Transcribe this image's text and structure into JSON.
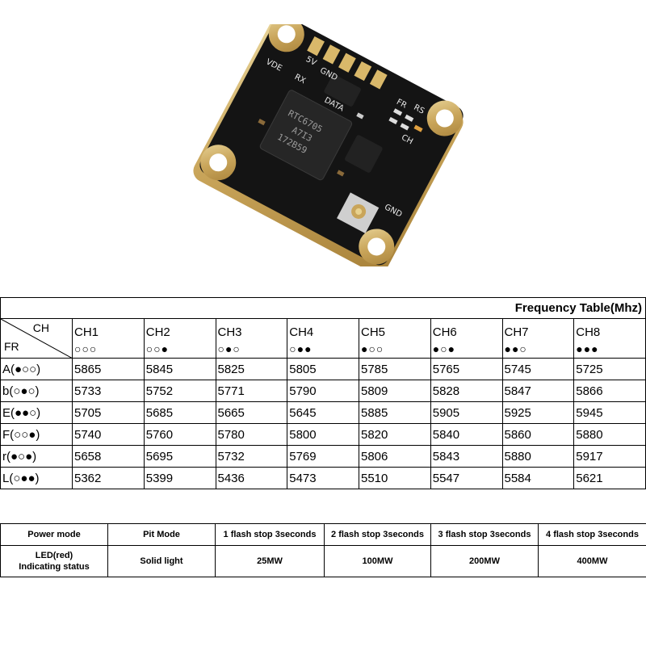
{
  "board": {
    "chip_lines": [
      "RTC6705",
      "A7I3",
      "172B59"
    ],
    "silk": [
      "5V",
      "GND",
      "DATA",
      "RX",
      "VDE",
      "FR",
      "CH",
      "GND",
      "RS"
    ]
  },
  "frequency_table": {
    "title": "Frequency Table(Mhz)",
    "corner_top": "CH",
    "corner_bottom": "FR",
    "channels": [
      {
        "name": "CH1",
        "dots": "○○○"
      },
      {
        "name": "CH2",
        "dots": "○○●"
      },
      {
        "name": "CH3",
        "dots": "○●○"
      },
      {
        "name": "CH4",
        "dots": "○●●"
      },
      {
        "name": "CH5",
        "dots": "●○○"
      },
      {
        "name": "CH6",
        "dots": "●○●"
      },
      {
        "name": "CH7",
        "dots": "●●○"
      },
      {
        "name": "CH8",
        "dots": "●●●"
      }
    ],
    "rows": [
      {
        "label": "A(●○○)",
        "values": [
          "5865",
          "5845",
          "5825",
          "5805",
          "5785",
          "5765",
          "5745",
          "5725"
        ]
      },
      {
        "label": "b(○●○)",
        "values": [
          "5733",
          "5752",
          "5771",
          "5790",
          "5809",
          "5828",
          "5847",
          "5866"
        ]
      },
      {
        "label": "E(●●○)",
        "values": [
          "5705",
          "5685",
          "5665",
          "5645",
          "5885",
          "5905",
          "5925",
          "5945"
        ]
      },
      {
        "label": "F(○○●)",
        "values": [
          "5740",
          "5760",
          "5780",
          "5800",
          "5820",
          "5840",
          "5860",
          "5880"
        ]
      },
      {
        "label": "r(●○●)",
        "values": [
          "5658",
          "5695",
          "5732",
          "5769",
          "5806",
          "5843",
          "5880",
          "5917"
        ]
      },
      {
        "label": "L(○●●)",
        "values": [
          "5362",
          "5399",
          "5436",
          "5473",
          "5510",
          "5547",
          "5584",
          "5621"
        ]
      }
    ]
  },
  "power_table": {
    "header": [
      "Power mode",
      "Pit Mode",
      "1 flash stop 3seconds",
      "2 flash stop 3seconds",
      "3 flash stop 3seconds",
      "4 flash stop 3seconds"
    ],
    "led_label_line1": "LED(red)",
    "led_label_line2": "Indicating status",
    "values": [
      "Solid light",
      "25MW",
      "100MW",
      "200MW",
      "400MW"
    ]
  }
}
